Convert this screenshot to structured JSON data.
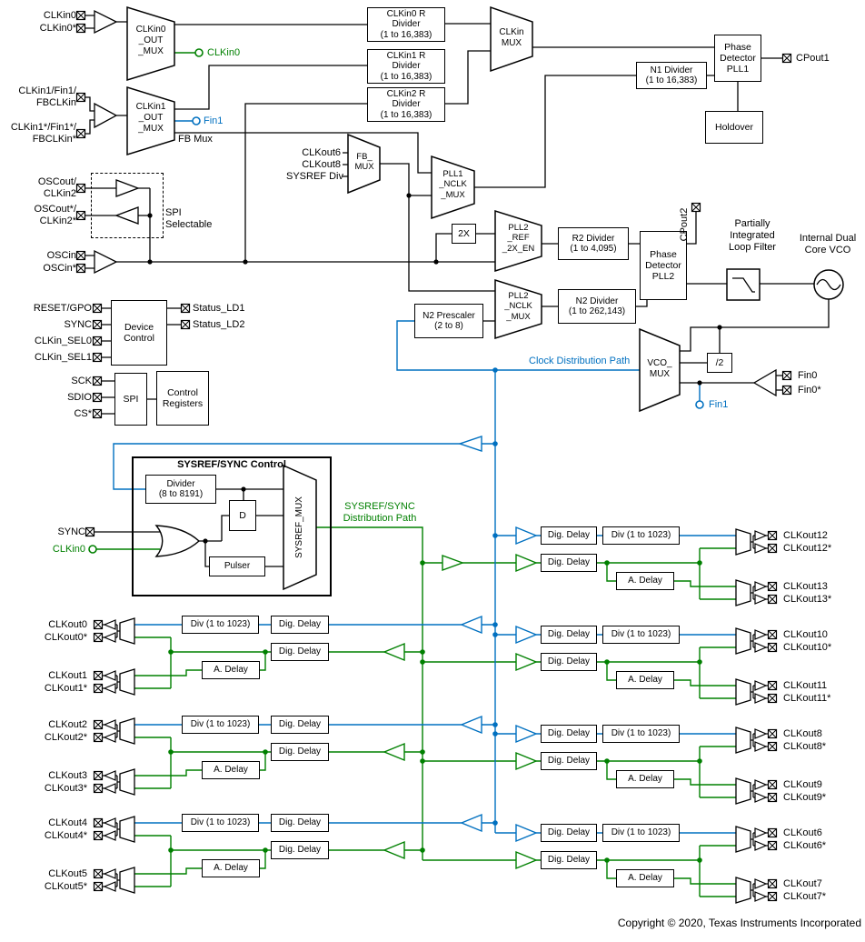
{
  "colors": {
    "green": "#008000",
    "blue": "#0070C0"
  },
  "pins": {
    "clkin0": "CLKin0",
    "clkin0b": "CLKin0*",
    "clkin1": "CLKin1/Fin1/\nFBCLKin",
    "clkin1b": "CLKin1*/Fin1*/\nFBCLKin*",
    "oscout": "OSCout/\nCLKin2",
    "oscoutb": "OSCout*/\nCLKin2*",
    "oscin": "OSCin",
    "oscinb": "OSCin*",
    "reset": "RESET/GPO",
    "sync": "SYNC",
    "clkin_sel0": "CLKin_SEL0",
    "clkin_sel1": "CLKin_SEL1",
    "sck": "SCK",
    "sdio": "SDIO",
    "cs": "CS*",
    "sync2": "SYNC",
    "clkin0_green": "CLKin0",
    "fin0": "Fin0",
    "fin0b": "Fin0*",
    "cpout1": "CPout1",
    "cpout2": "CPout2",
    "status_ld1": "Status_LD1",
    "status_ld2": "Status_LD2"
  },
  "nets": {
    "clkin0": "CLKin0",
    "fin1_top": "Fin1",
    "fin1_bottom": "Fin1"
  },
  "blocks": {
    "clkin0_out_mux": "CLKin0\n_OUT\n_MUX",
    "clkin1_out_mux": "CLKin1\n_OUT\n_MUX",
    "fb_mux_note": "FB Mux",
    "clkin0_r_div": "CLKin0 R\nDivider\n(1 to 16,383)",
    "clkin1_r_div": "CLKin1 R\nDivider\n(1 to 16,383)",
    "clkin2_r_div": "CLKin2 R\nDivider\n(1 to 16,383)",
    "clkin_mux": "CLKin\nMUX",
    "n1_div": "N1 Divider\n(1 to 16,383)",
    "pd_pll1": "Phase\nDetector\nPLL1",
    "holdover": "Holdover",
    "fb_mux": "FB_\nMUX",
    "pll1_nclk_mux": "PLL1\n_NCLK\n_MUX",
    "spi_selectable": "SPI\nSelectable",
    "doubler": "2X",
    "pll2_ref_2x_en": "PLL2\n_REF\n_2X_EN",
    "r2_div": "R2 Divider\n(1 to 4,095)",
    "pd_pll2": "Phase\nDetector\nPLL2",
    "loop_filter": "Partially\nIntegrated\nLoop Filter",
    "vco": "Internal Dual\nCore VCO",
    "pll2_nclk_mux": "PLL2\n_NCLK\n_MUX",
    "n2_div": "N2 Divider\n(1 to 262,143)",
    "n2_prescaler": "N2 Prescaler\n(2 to 8)",
    "vco_mux": "VCO_\nMUX",
    "div2": "/2",
    "device_control": "Device\nControl",
    "spi": "SPI",
    "control_registers": "Control\nRegisters",
    "sysref_title": "SYSREF/SYNC Control",
    "sysref_divider": "Divider\n(8 to 8191)",
    "dflop": "D",
    "pulser": "Pulser",
    "sysref_mux": "SYSREF_MUX"
  },
  "fb_inputs": {
    "in1": "CLKout6",
    "in2": "CLKout8",
    "in3": "SYSREF Div"
  },
  "paths": {
    "clock": "Clock Distribution Path",
    "sysref": "SYSREF/SYNC\nDistribution Path"
  },
  "dist": {
    "div": "Div (1 to 1023)",
    "dig": "Dig. Delay",
    "adelay": "A. Delay"
  },
  "outputs": {
    "out0": "CLKout0",
    "out0s": "CLKout0*",
    "out1": "CLKout1",
    "out1s": "CLKout1*",
    "out2": "CLKout2",
    "out2s": "CLKout2*",
    "out3": "CLKout3",
    "out3s": "CLKout3*",
    "out4": "CLKout4",
    "out4s": "CLKout4*",
    "out5": "CLKout5",
    "out5s": "CLKout5*",
    "out6": "CLKout6",
    "out6s": "CLKout6*",
    "out7": "CLKout7",
    "out7s": "CLKout7*",
    "out8": "CLKout8",
    "out8s": "CLKout8*",
    "out9": "CLKout9",
    "out9s": "CLKout9*",
    "out10": "CLKout10",
    "out10s": "CLKout10*",
    "out11": "CLKout11",
    "out11s": "CLKout11*",
    "out12": "CLKout12",
    "out12s": "CLKout12*",
    "out13": "CLKout13",
    "out13s": "CLKout13*"
  },
  "footer": "Copyright © 2020, Texas Instruments Incorporated"
}
